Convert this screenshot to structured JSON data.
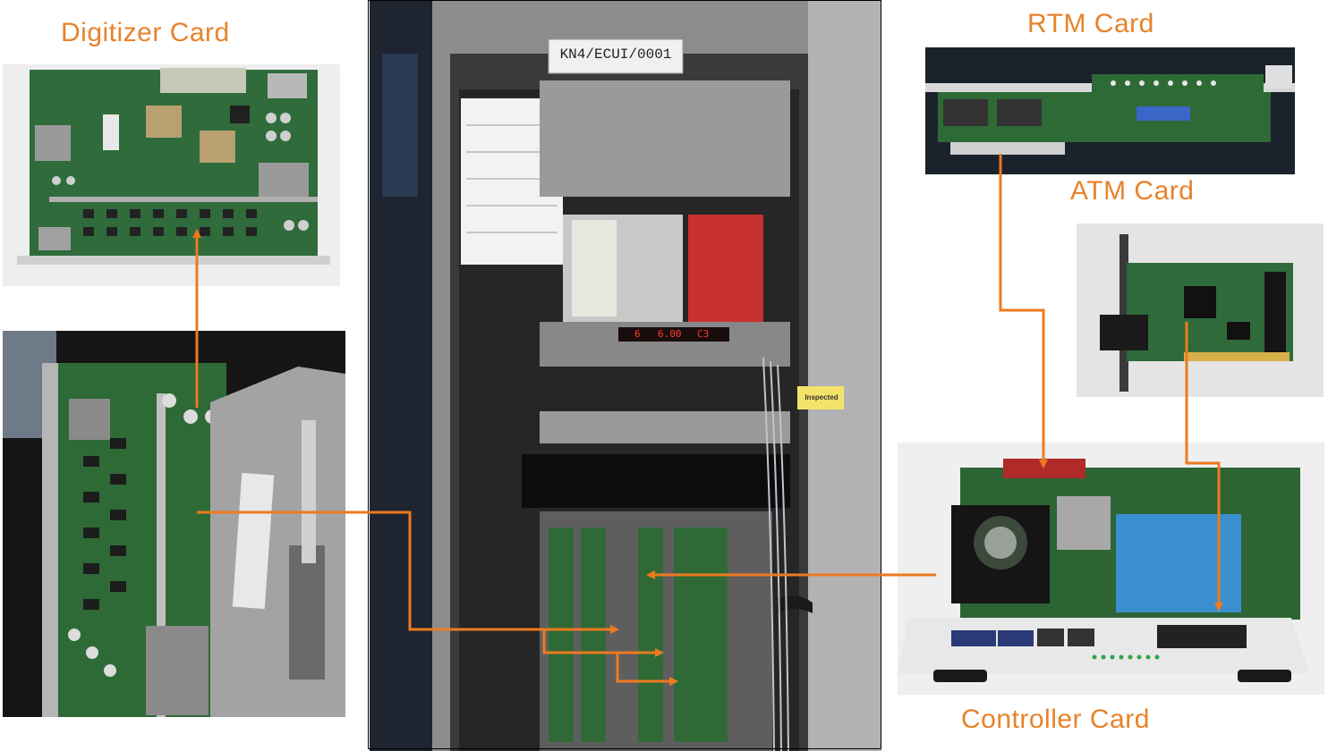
{
  "labels": {
    "digitizer": "Digitizer Card",
    "rtm": "RTM Card",
    "atm": "ATM Card",
    "controller": "Controller Card"
  },
  "rack": {
    "id_plate": "KN4/ECUI/0001",
    "sticker": "Inspected",
    "display_1": "6",
    "display_2": "6.00",
    "display_3": "C3"
  },
  "colors": {
    "label": "#e8822a",
    "arrow": "#ee7a1e"
  },
  "icons": [
    "arrow-connector",
    "pcb-card",
    "rack-cabinet"
  ]
}
